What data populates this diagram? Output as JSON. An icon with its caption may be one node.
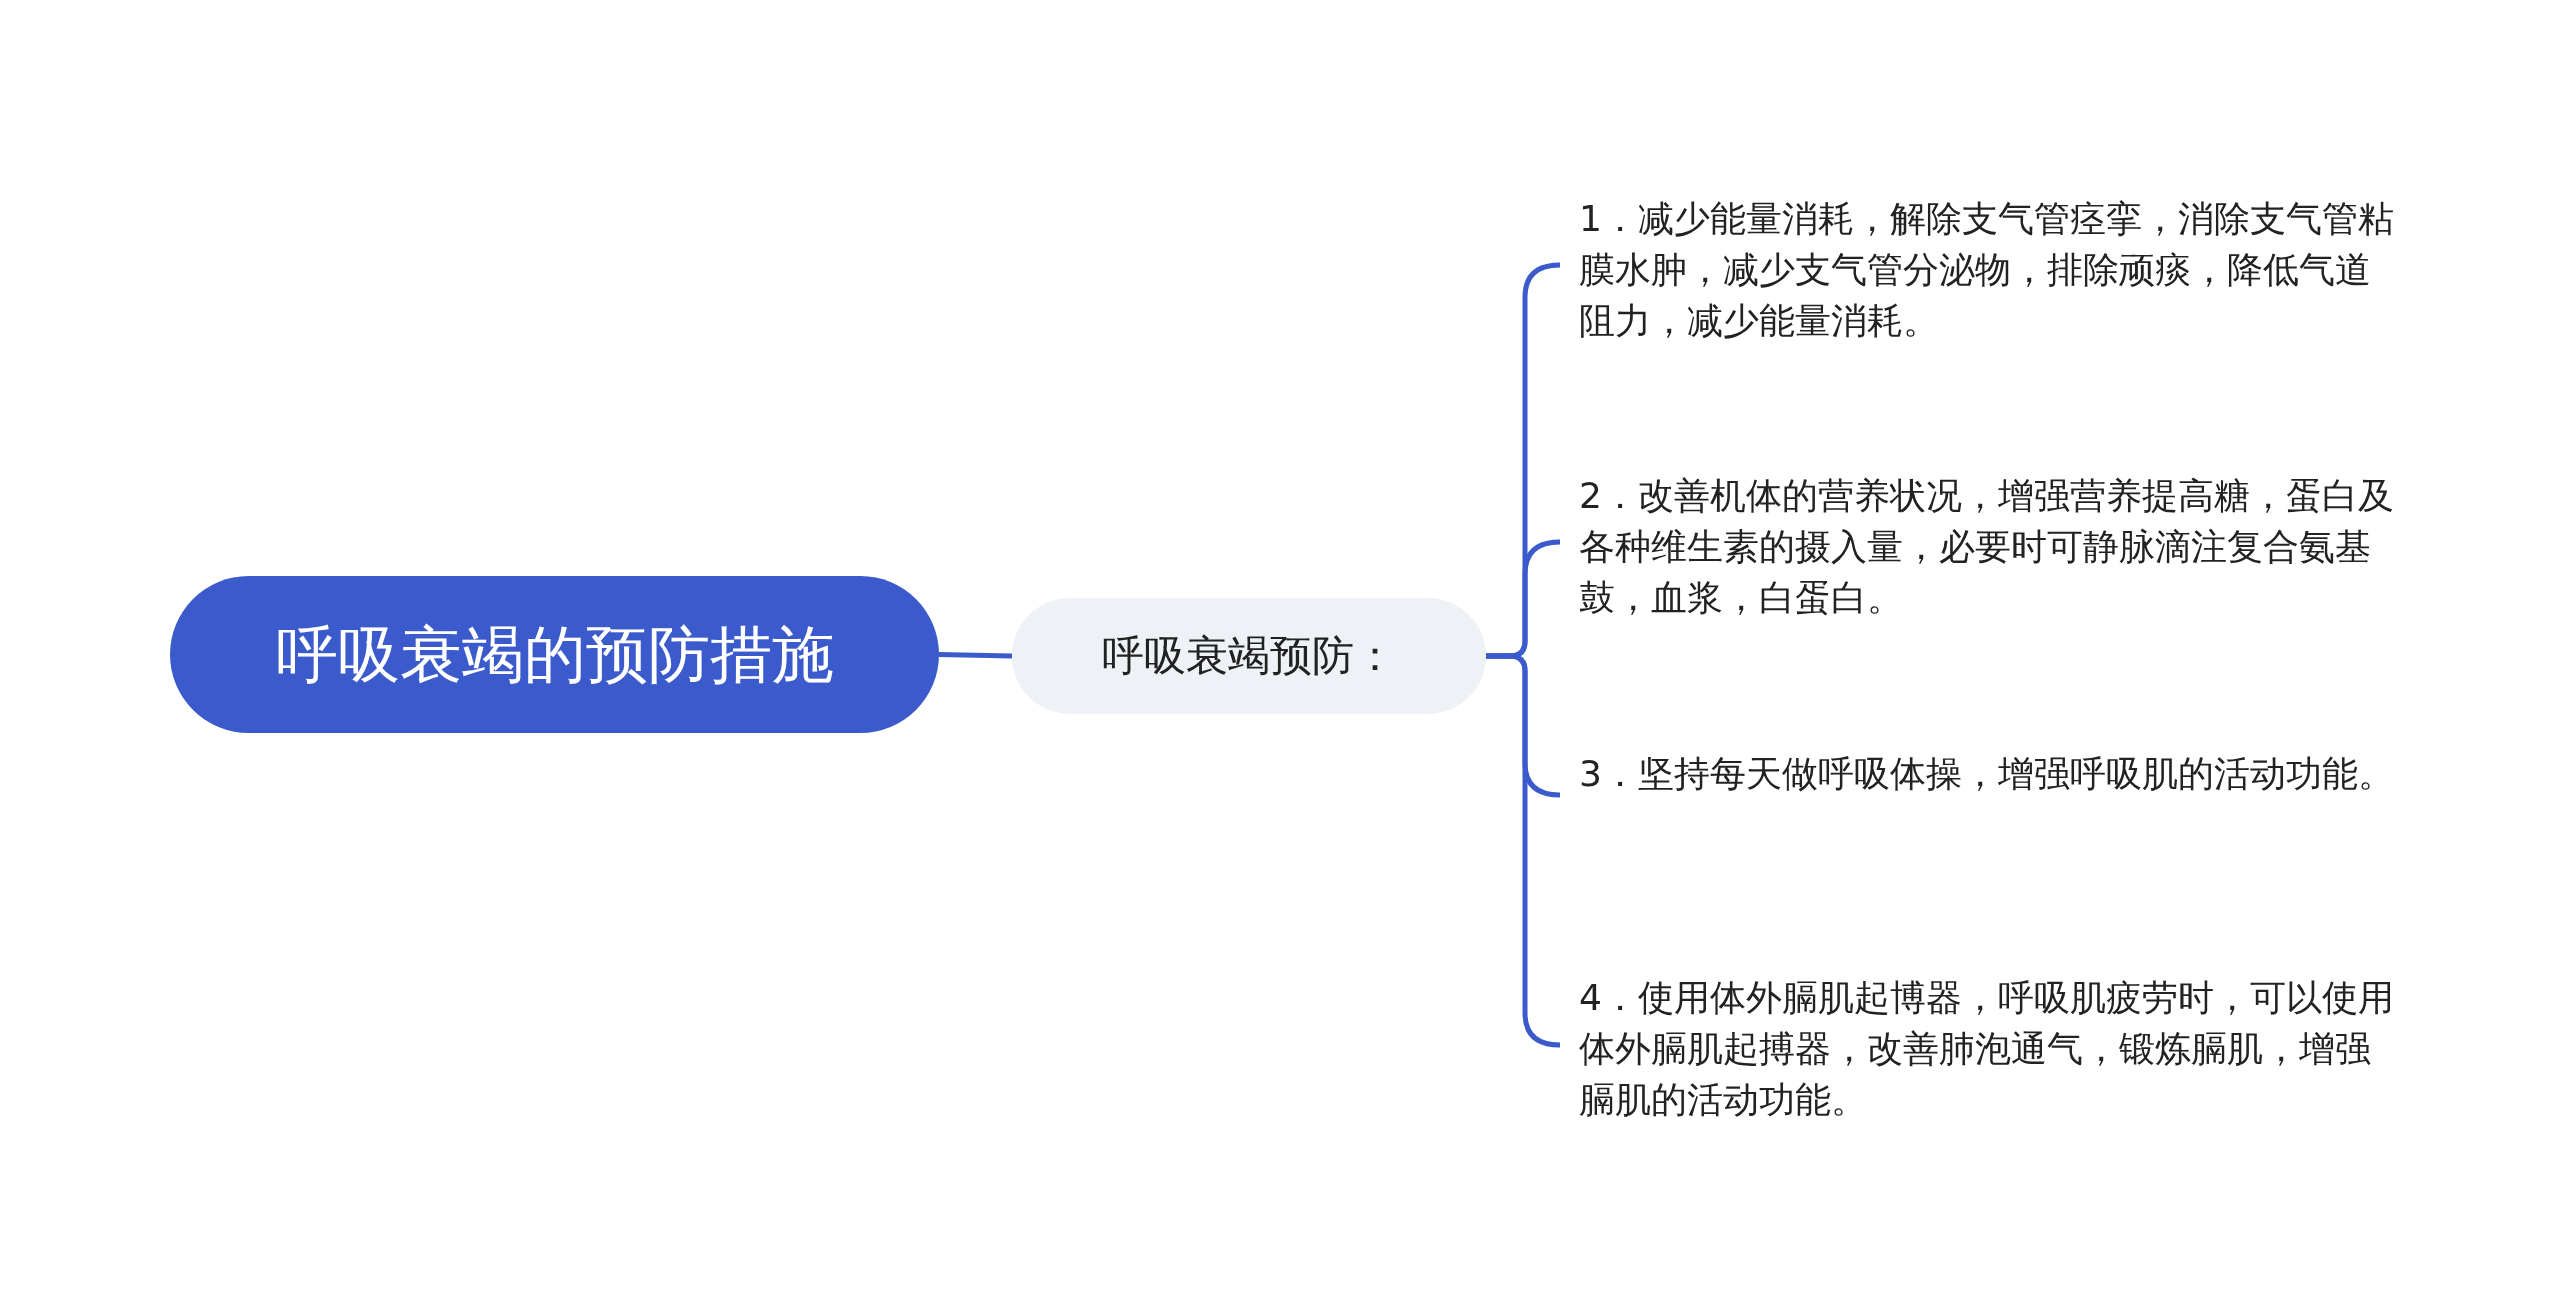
{
  "diagram": {
    "nodes": [
      {
        "text": [
          "呼吸衰竭的预防措施"
        ]
      },
      {
        "text": [
          "呼吸衰竭预防："
        ]
      },
      {
        "text": [
          "1．减少能量消耗，解除支气管痉挛，消除支气管粘膜水肿，减少支气管分泌物，排除顽痰，降低气道阻力，减少能量消耗。"
        ]
      },
      {
        "text": [
          "2．改善机体的营养状况，增强营养提高糖，蛋白及各种维生素的摄入量，必要时可静脉滴注复合氨基鼓，血浆，白蛋白。"
        ]
      },
      {
        "text": [
          "3．坚持每天做呼吸体操，增强呼吸肌的活动功能。"
        ]
      },
      {
        "text": [
          "4．使用体外膈肌起博器，呼吸肌疲劳时，可以使用体外膈肌起搏器，改善肺泡通气，锻炼膈肌，增强膈肌的活动功能。"
        ]
      }
    ],
    "edges": [
      {
        "from": 0,
        "to": 1,
        "arrow": "none"
      },
      {
        "from": 1,
        "to": 2,
        "arrow": "none"
      },
      {
        "from": 1,
        "to": 3,
        "arrow": "none"
      },
      {
        "from": 1,
        "to": 4,
        "arrow": "none"
      },
      {
        "from": 1,
        "to": 5,
        "arrow": "none"
      }
    ]
  }
}
